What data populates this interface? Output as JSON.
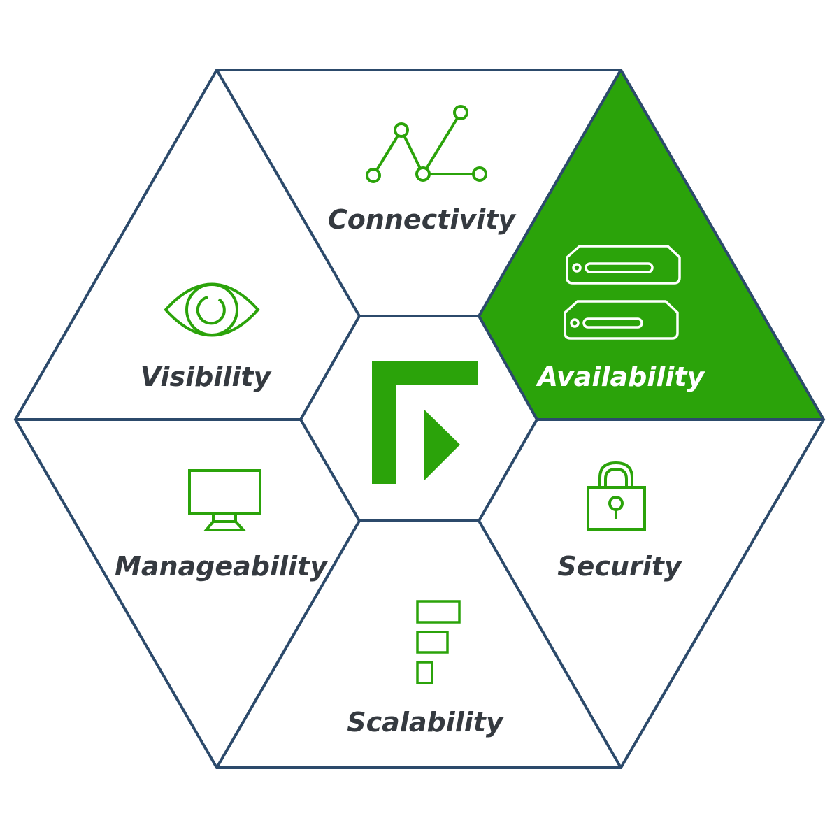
{
  "colors": {
    "outline": "#2c4a6b",
    "accent": "#2ba30a",
    "label_text": "#353a40",
    "label_text_on_accent": "#ffffff",
    "background": "#ffffff"
  },
  "center": {
    "logo_icon": "fortinet-f-logo-icon"
  },
  "segments": [
    {
      "label": "Connectivity",
      "icon": "network-nodes-icon",
      "highlighted": false
    },
    {
      "label": "Availability",
      "icon": "server-stack-icon",
      "highlighted": true
    },
    {
      "label": "Security",
      "icon": "padlock-icon",
      "highlighted": false
    },
    {
      "label": "Scalability",
      "icon": "stacked-bars-icon",
      "highlighted": false
    },
    {
      "label": "Manageability",
      "icon": "monitor-icon",
      "highlighted": false
    },
    {
      "label": "Visibility",
      "icon": "eye-icon",
      "highlighted": false
    }
  ]
}
